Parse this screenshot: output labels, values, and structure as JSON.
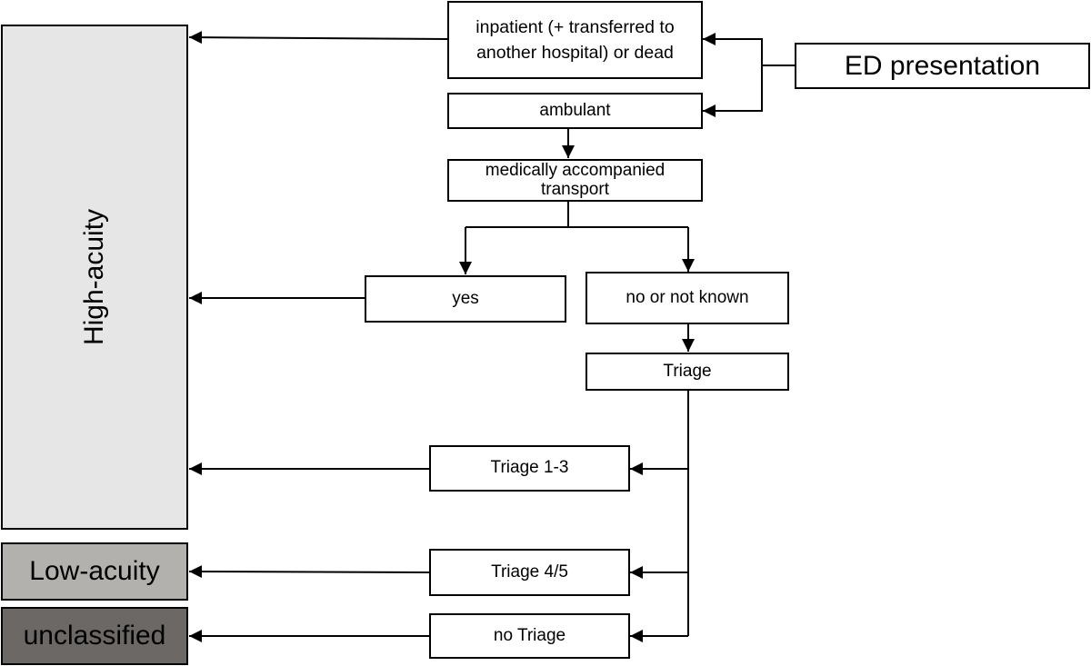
{
  "categories": {
    "high": "High-acuity",
    "low": "Low-acuity",
    "unclassified": "unclassified"
  },
  "nodes": {
    "ed": "ED presentation",
    "inpatient": "inpatient (+ transferred to another hospital) or dead",
    "ambulant": "ambulant",
    "medical_transport": "medically accompanied transport",
    "yes": "yes",
    "no": "no or not known",
    "triage": "Triage",
    "triage13": "Triage 1-3",
    "triage45": "Triage 4/5",
    "notriage": "no Triage"
  },
  "colors": {
    "high": "#e6e6e6",
    "low": "#b3b1ae",
    "unclassified": "#6b6866",
    "line": "#000000"
  }
}
